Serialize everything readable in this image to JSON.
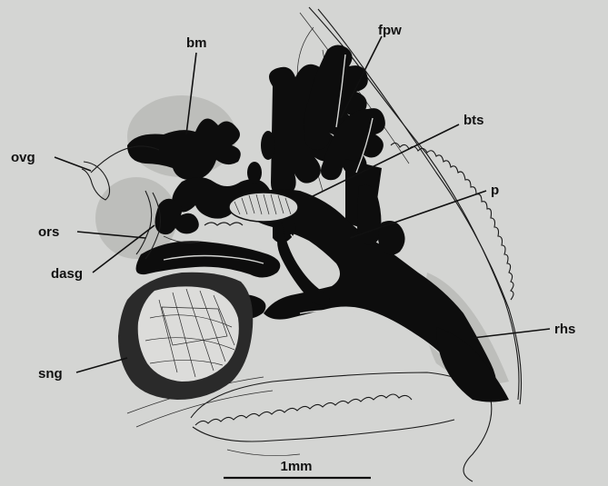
{
  "labels": {
    "bm": "bm",
    "fpw": "fpw",
    "bts": "bts",
    "ovg": "ovg",
    "p": "p",
    "ors": "ors",
    "dasg": "dasg",
    "rhs": "rhs",
    "sng": "sng"
  },
  "scale_bar": {
    "label": "1mm"
  }
}
